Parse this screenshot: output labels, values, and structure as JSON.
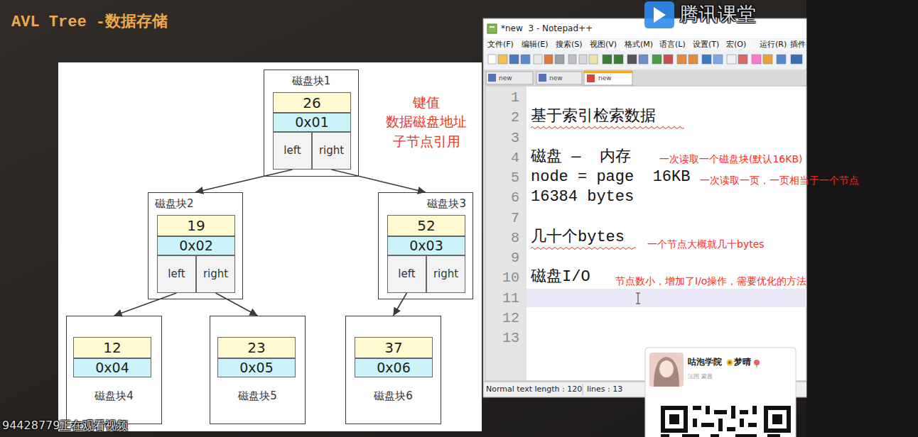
{
  "diagram": {
    "title": "AVL Tree -数据存储",
    "nodes": [
      {
        "text": [
          "磁盘块1"
        ]
      },
      {
        "text": [
          "26"
        ],
        "in": 0
      },
      {
        "text": [
          "0x01"
        ],
        "in": 0
      },
      {
        "text": [
          "left"
        ],
        "in": 0
      },
      {
        "text": [
          "right"
        ],
        "in": 0
      },
      {
        "text": [
          "磁盘块2"
        ]
      },
      {
        "text": [
          "19"
        ],
        "in": 5
      },
      {
        "text": [
          "0x02"
        ],
        "in": 5
      },
      {
        "text": [
          "left"
        ],
        "in": 5
      },
      {
        "text": [
          "right"
        ],
        "in": 5
      },
      {
        "text": [
          "磁盘块3"
        ]
      },
      {
        "text": [
          "52"
        ],
        "in": 10
      },
      {
        "text": [
          "0x03"
        ],
        "in": 10
      },
      {
        "text": [
          "left"
        ],
        "in": 10
      },
      {
        "text": [
          "right"
        ],
        "in": 10
      },
      {
        "text": [
          "磁盘块4"
        ]
      },
      {
        "text": [
          "12"
        ],
        "in": 15
      },
      {
        "text": [
          "0x04"
        ],
        "in": 15
      },
      {
        "text": [
          "磁盘块5"
        ]
      },
      {
        "text": [
          "23"
        ],
        "in": 18
      },
      {
        "text": [
          "0x05"
        ],
        "in": 18
      },
      {
        "text": [
          "磁盘块6"
        ]
      },
      {
        "text": [
          "37"
        ],
        "in": 21
      },
      {
        "text": [
          "0x06"
        ],
        "in": 21
      }
    ],
    "edges": [
      {
        "from": 3,
        "to": 5,
        "arrow": "to"
      },
      {
        "from": 4,
        "to": 10,
        "arrow": "to"
      },
      {
        "from": 8,
        "to": 15,
        "arrow": "to"
      },
      {
        "from": 9,
        "to": 18,
        "arrow": "to"
      },
      {
        "from": 13,
        "to": 21,
        "arrow": "to"
      }
    ],
    "labels": [
      "键值",
      "数据磁盘地址",
      "子节点引用",
      "*new  3 - Notepad++",
      "文件(F)",
      "编辑(E)",
      "搜索(S)",
      "视图(V)",
      "格式(M)",
      "语言(L)",
      "设置(T)",
      "宏(O)",
      "运行(R)",
      "插件",
      "new",
      "new",
      "new",
      "1",
      "2",
      "3",
      "4",
      "5",
      "6",
      "7",
      "8",
      "9",
      "10",
      "11",
      "12",
      "13",
      "基于索引检索数据",
      "磁盘 —  内存",
      "node = page  16KB",
      "16384 bytes",
      "几十个bytes",
      "磁盘I/O",
      "一次读取一个磁盘块(默认16KB)",
      "一次读取一页，一页相当于一个节点",
      "一个节点大概就几十bytes",
      "节点数小，增加了I/o操作，需要优化的方法",
      "Normal text length : 120",
      "lines : 13",
      "腾讯课堂",
      "咕泡学院",
      "梦晴",
      "法国 蒙昌",
      "94428779正在观看视频"
    ]
  }
}
